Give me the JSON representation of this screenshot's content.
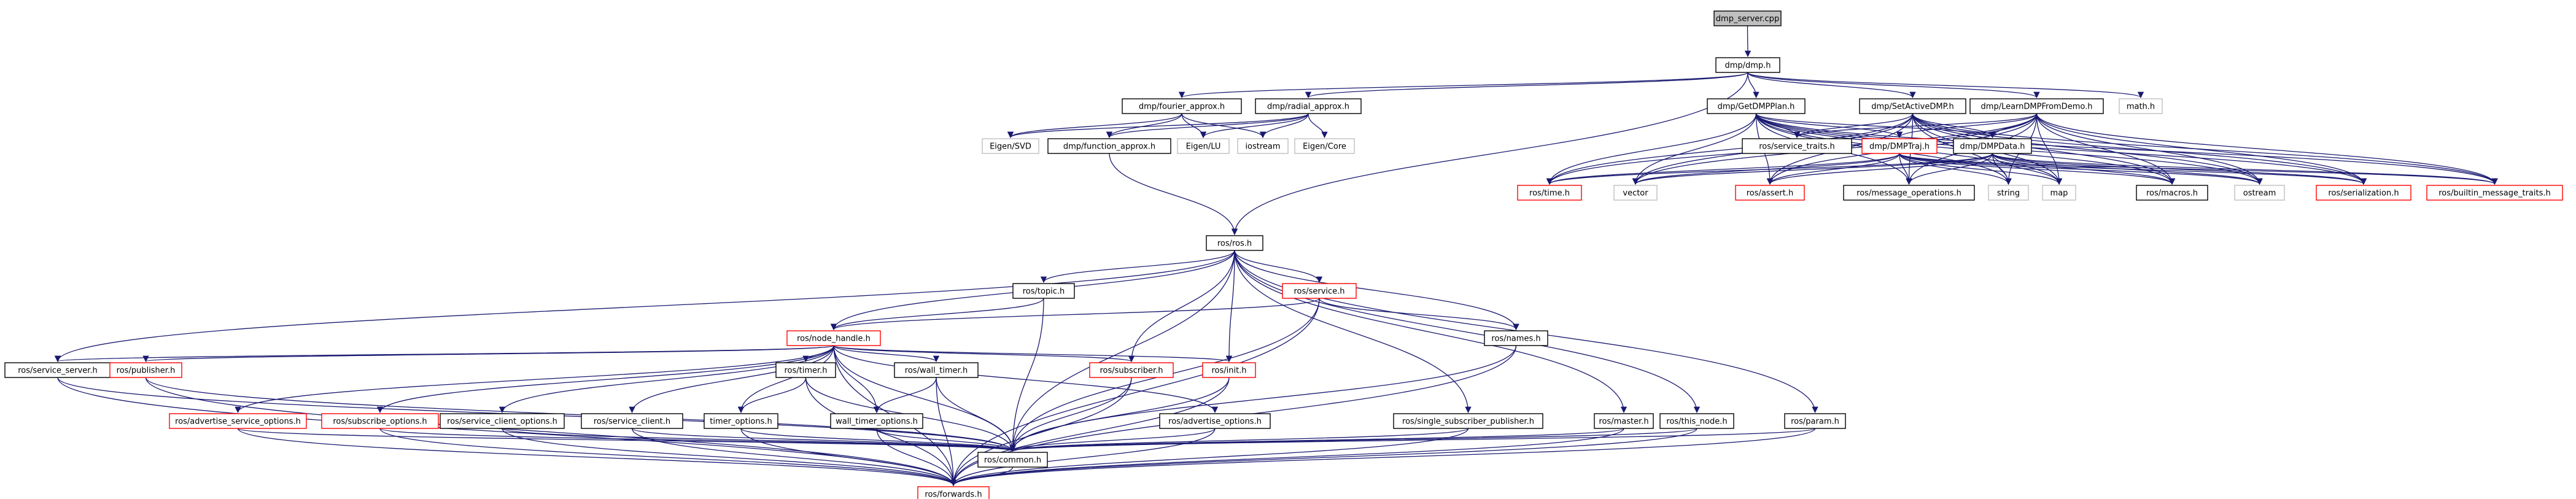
{
  "graph": {
    "nodes": [
      {
        "id": "dmp_server",
        "label": "dmp_server.cpp",
        "kind": "root"
      },
      {
        "id": "dmp_h",
        "label": "dmp/dmp.h",
        "kind": "normal"
      },
      {
        "id": "fourier",
        "label": "dmp/fourier_approx.h",
        "kind": "normal"
      },
      {
        "id": "radial",
        "label": "dmp/radial_approx.h",
        "kind": "normal"
      },
      {
        "id": "getdmpplan",
        "label": "dmp/GetDMPPlan.h",
        "kind": "normal"
      },
      {
        "id": "setactive",
        "label": "dmp/SetActiveDMP.h",
        "kind": "normal"
      },
      {
        "id": "learn",
        "label": "dmp/LearnDMPFromDemo.h",
        "kind": "normal"
      },
      {
        "id": "math",
        "label": "math.h",
        "kind": "external"
      },
      {
        "id": "eigen_svd",
        "label": "Eigen/SVD",
        "kind": "external"
      },
      {
        "id": "function_approx",
        "label": "dmp/function_approx.h",
        "kind": "normal"
      },
      {
        "id": "eigen_lu",
        "label": "Eigen/LU",
        "kind": "external"
      },
      {
        "id": "iostream",
        "label": "iostream",
        "kind": "external"
      },
      {
        "id": "eigen_core",
        "label": "Eigen/Core",
        "kind": "external"
      },
      {
        "id": "service_traits",
        "label": "ros/service_traits.h",
        "kind": "normal"
      },
      {
        "id": "dmptraj",
        "label": "dmp/DMPTraj.h",
        "kind": "red"
      },
      {
        "id": "dmpdata",
        "label": "dmp/DMPData.h",
        "kind": "normal"
      },
      {
        "id": "ros_time",
        "label": "ros/time.h",
        "kind": "red"
      },
      {
        "id": "vector",
        "label": "vector",
        "kind": "external"
      },
      {
        "id": "ros_assert",
        "label": "ros/assert.h",
        "kind": "red"
      },
      {
        "id": "msg_ops",
        "label": "ros/message_operations.h",
        "kind": "normal"
      },
      {
        "id": "string",
        "label": "string",
        "kind": "external"
      },
      {
        "id": "map",
        "label": "map",
        "kind": "external"
      },
      {
        "id": "macros",
        "label": "ros/macros.h",
        "kind": "normal"
      },
      {
        "id": "ostream",
        "label": "ostream",
        "kind": "external"
      },
      {
        "id": "serialization",
        "label": "ros/serialization.h",
        "kind": "red"
      },
      {
        "id": "builtin_traits",
        "label": "ros/builtin_message_traits.h",
        "kind": "red"
      },
      {
        "id": "ros_h",
        "label": "ros/ros.h",
        "kind": "normal"
      },
      {
        "id": "topic",
        "label": "ros/topic.h",
        "kind": "normal"
      },
      {
        "id": "service",
        "label": "ros/service.h",
        "kind": "red"
      },
      {
        "id": "node_handle",
        "label": "ros/node_handle.h",
        "kind": "red"
      },
      {
        "id": "names",
        "label": "ros/names.h",
        "kind": "normal"
      },
      {
        "id": "service_server",
        "label": "ros/service_server.h",
        "kind": "normal"
      },
      {
        "id": "publisher",
        "label": "ros/publisher.h",
        "kind": "red"
      },
      {
        "id": "timer",
        "label": "ros/timer.h",
        "kind": "normal"
      },
      {
        "id": "wall_timer",
        "label": "ros/wall_timer.h",
        "kind": "normal"
      },
      {
        "id": "subscriber",
        "label": "ros/subscriber.h",
        "kind": "red"
      },
      {
        "id": "init",
        "label": "ros/init.h",
        "kind": "red"
      },
      {
        "id": "adv_srv_opts",
        "label": "ros/advertise_service_options.h",
        "kind": "red"
      },
      {
        "id": "sub_opts",
        "label": "ros/subscribe_options.h",
        "kind": "red"
      },
      {
        "id": "srv_client_opts",
        "label": "ros/service_client_options.h",
        "kind": "normal"
      },
      {
        "id": "srv_client",
        "label": "ros/service_client.h",
        "kind": "normal"
      },
      {
        "id": "timer_opts",
        "label": "timer_options.h",
        "kind": "normal"
      },
      {
        "id": "wall_timer_opts",
        "label": "wall_timer_options.h",
        "kind": "normal"
      },
      {
        "id": "adv_opts",
        "label": "ros/advertise_options.h",
        "kind": "normal"
      },
      {
        "id": "single_sub_pub",
        "label": "ros/single_subscriber_publisher.h",
        "kind": "normal"
      },
      {
        "id": "master",
        "label": "ros/master.h",
        "kind": "normal"
      },
      {
        "id": "this_node",
        "label": "ros/this_node.h",
        "kind": "normal"
      },
      {
        "id": "param",
        "label": "ros/param.h",
        "kind": "normal"
      },
      {
        "id": "common",
        "label": "ros/common.h",
        "kind": "normal"
      },
      {
        "id": "forwards",
        "label": "ros/forwards.h",
        "kind": "red"
      }
    ],
    "edges": [
      [
        "dmp_server",
        "dmp_h"
      ],
      [
        "dmp_h",
        "fourier"
      ],
      [
        "dmp_h",
        "radial"
      ],
      [
        "dmp_h",
        "getdmpplan"
      ],
      [
        "dmp_h",
        "setactive"
      ],
      [
        "dmp_h",
        "learn"
      ],
      [
        "dmp_h",
        "math"
      ],
      [
        "dmp_h",
        "ros_h"
      ],
      [
        "fourier",
        "eigen_svd"
      ],
      [
        "fourier",
        "function_approx"
      ],
      [
        "fourier",
        "eigen_lu"
      ],
      [
        "fourier",
        "iostream"
      ],
      [
        "radial",
        "eigen_svd"
      ],
      [
        "radial",
        "function_approx"
      ],
      [
        "radial",
        "eigen_lu"
      ],
      [
        "radial",
        "iostream"
      ],
      [
        "radial",
        "eigen_core"
      ],
      [
        "function_approx",
        "ros_h"
      ],
      [
        "getdmpplan",
        "service_traits"
      ],
      [
        "getdmpplan",
        "dmptraj"
      ],
      [
        "getdmpplan",
        "dmpdata"
      ],
      [
        "getdmpplan",
        "ros_time"
      ],
      [
        "getdmpplan",
        "vector"
      ],
      [
        "getdmpplan",
        "ros_assert"
      ],
      [
        "getdmpplan",
        "msg_ops"
      ],
      [
        "getdmpplan",
        "string"
      ],
      [
        "getdmpplan",
        "map"
      ],
      [
        "getdmpplan",
        "macros"
      ],
      [
        "getdmpplan",
        "ostream"
      ],
      [
        "getdmpplan",
        "serialization"
      ],
      [
        "getdmpplan",
        "builtin_traits"
      ],
      [
        "setactive",
        "service_traits"
      ],
      [
        "setactive",
        "dmpdata"
      ],
      [
        "setactive",
        "ros_time"
      ],
      [
        "setactive",
        "vector"
      ],
      [
        "setactive",
        "ros_assert"
      ],
      [
        "setactive",
        "msg_ops"
      ],
      [
        "setactive",
        "string"
      ],
      [
        "setactive",
        "map"
      ],
      [
        "setactive",
        "macros"
      ],
      [
        "setactive",
        "ostream"
      ],
      [
        "setactive",
        "serialization"
      ],
      [
        "setactive",
        "builtin_traits"
      ],
      [
        "learn",
        "service_traits"
      ],
      [
        "learn",
        "dmptraj"
      ],
      [
        "learn",
        "dmpdata"
      ],
      [
        "learn",
        "ros_time"
      ],
      [
        "learn",
        "vector"
      ],
      [
        "learn",
        "ros_assert"
      ],
      [
        "learn",
        "msg_ops"
      ],
      [
        "learn",
        "string"
      ],
      [
        "learn",
        "map"
      ],
      [
        "learn",
        "macros"
      ],
      [
        "learn",
        "ostream"
      ],
      [
        "learn",
        "serialization"
      ],
      [
        "learn",
        "builtin_traits"
      ],
      [
        "dmptraj",
        "ros_time"
      ],
      [
        "dmptraj",
        "vector"
      ],
      [
        "dmptraj",
        "ros_assert"
      ],
      [
        "dmptraj",
        "msg_ops"
      ],
      [
        "dmptraj",
        "string"
      ],
      [
        "dmptraj",
        "map"
      ],
      [
        "dmptraj",
        "macros"
      ],
      [
        "dmptraj",
        "ostream"
      ],
      [
        "dmptraj",
        "serialization"
      ],
      [
        "dmptraj",
        "builtin_traits"
      ],
      [
        "dmpdata",
        "ros_time"
      ],
      [
        "dmpdata",
        "vector"
      ],
      [
        "dmpdata",
        "ros_assert"
      ],
      [
        "dmpdata",
        "msg_ops"
      ],
      [
        "dmpdata",
        "string"
      ],
      [
        "dmpdata",
        "map"
      ],
      [
        "dmpdata",
        "macros"
      ],
      [
        "dmpdata",
        "ostream"
      ],
      [
        "dmpdata",
        "serialization"
      ],
      [
        "dmpdata",
        "builtin_traits"
      ],
      [
        "ros_h",
        "topic"
      ],
      [
        "ros_h",
        "service"
      ],
      [
        "ros_h",
        "node_handle"
      ],
      [
        "ros_h",
        "names"
      ],
      [
        "ros_h",
        "service_server"
      ],
      [
        "ros_h",
        "subscriber"
      ],
      [
        "ros_h",
        "init"
      ],
      [
        "ros_h",
        "common"
      ],
      [
        "ros_h",
        "single_sub_pub"
      ],
      [
        "ros_h",
        "master"
      ],
      [
        "ros_h",
        "this_node"
      ],
      [
        "ros_h",
        "param"
      ],
      [
        "topic",
        "node_handle"
      ],
      [
        "topic",
        "common"
      ],
      [
        "service",
        "node_handle"
      ],
      [
        "service",
        "names"
      ],
      [
        "service",
        "common"
      ],
      [
        "service",
        "forwards"
      ],
      [
        "node_handle",
        "service_server"
      ],
      [
        "node_handle",
        "publisher"
      ],
      [
        "node_handle",
        "timer"
      ],
      [
        "node_handle",
        "wall_timer"
      ],
      [
        "node_handle",
        "subscriber"
      ],
      [
        "node_handle",
        "init"
      ],
      [
        "node_handle",
        "adv_srv_opts"
      ],
      [
        "node_handle",
        "sub_opts"
      ],
      [
        "node_handle",
        "srv_client_opts"
      ],
      [
        "node_handle",
        "srv_client"
      ],
      [
        "node_handle",
        "timer_opts"
      ],
      [
        "node_handle",
        "wall_timer_opts"
      ],
      [
        "node_handle",
        "adv_opts"
      ],
      [
        "node_handle",
        "common"
      ],
      [
        "node_handle",
        "forwards"
      ],
      [
        "names",
        "common"
      ],
      [
        "names",
        "forwards"
      ],
      [
        "service_server",
        "common"
      ],
      [
        "service_server",
        "forwards"
      ],
      [
        "publisher",
        "common"
      ],
      [
        "publisher",
        "forwards"
      ],
      [
        "timer",
        "timer_opts"
      ],
      [
        "timer",
        "common"
      ],
      [
        "timer",
        "forwards"
      ],
      [
        "wall_timer",
        "wall_timer_opts"
      ],
      [
        "wall_timer",
        "common"
      ],
      [
        "wall_timer",
        "forwards"
      ],
      [
        "subscriber",
        "common"
      ],
      [
        "subscriber",
        "forwards"
      ],
      [
        "init",
        "common"
      ],
      [
        "init",
        "forwards"
      ],
      [
        "adv_srv_opts",
        "common"
      ],
      [
        "adv_srv_opts",
        "forwards"
      ],
      [
        "sub_opts",
        "common"
      ],
      [
        "sub_opts",
        "forwards"
      ],
      [
        "srv_client_opts",
        "common"
      ],
      [
        "srv_client_opts",
        "forwards"
      ],
      [
        "srv_client",
        "common"
      ],
      [
        "srv_client",
        "forwards"
      ],
      [
        "timer_opts",
        "common"
      ],
      [
        "timer_opts",
        "forwards"
      ],
      [
        "wall_timer_opts",
        "common"
      ],
      [
        "wall_timer_opts",
        "forwards"
      ],
      [
        "adv_opts",
        "common"
      ],
      [
        "adv_opts",
        "forwards"
      ],
      [
        "single_sub_pub",
        "common"
      ],
      [
        "single_sub_pub",
        "forwards"
      ],
      [
        "master",
        "common"
      ],
      [
        "master",
        "forwards"
      ],
      [
        "this_node",
        "common"
      ],
      [
        "this_node",
        "forwards"
      ],
      [
        "param",
        "common"
      ],
      [
        "param",
        "forwards"
      ],
      [
        "common",
        "forwards"
      ]
    ]
  },
  "colors": {
    "root_fill": "#bfbfbf",
    "node_border": "#000000",
    "red_border": "#ff0000",
    "external_border": "#bfbfbf",
    "external_text": "#000000",
    "edge_color": "#191970",
    "background": "#ffffff"
  }
}
